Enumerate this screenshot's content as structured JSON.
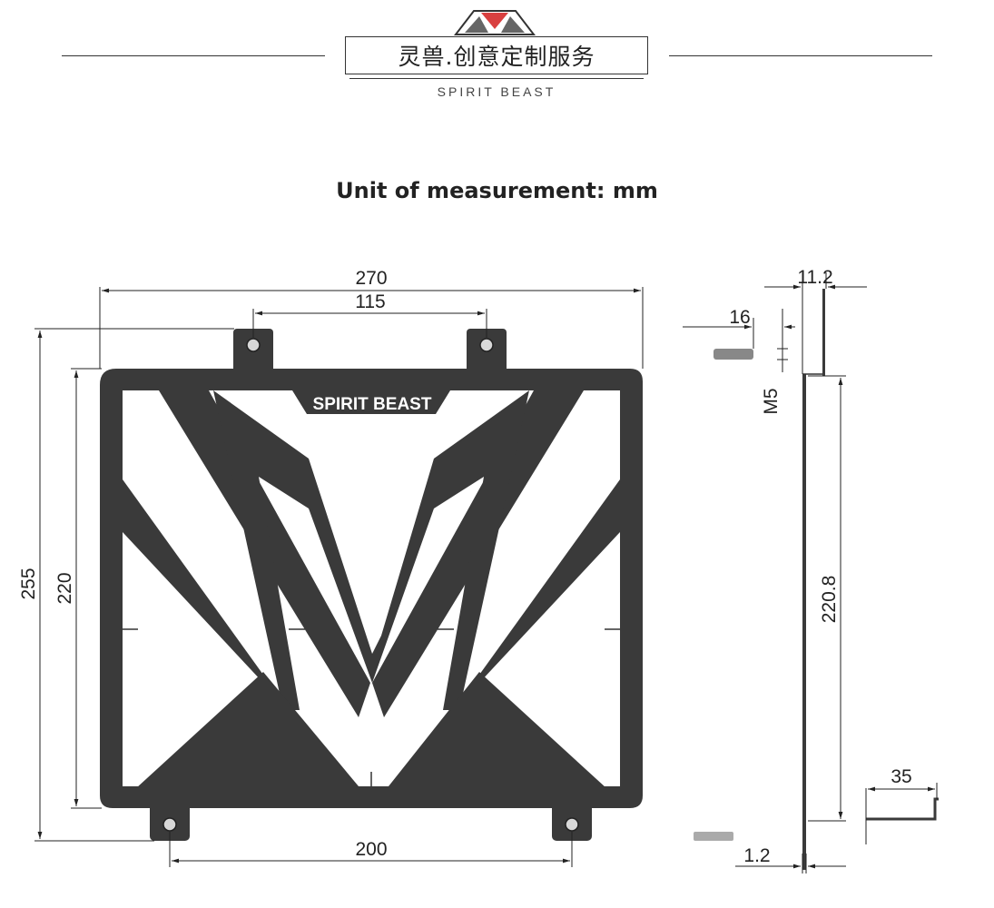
{
  "header": {
    "brand_title": "灵兽.创意定制服务",
    "brand_subtitle": "SPIRIT BEAST"
  },
  "unit_label": "Unit of measurement: mm",
  "guard": {
    "plate_text": "SPIRIT BEAST"
  },
  "dimensions": {
    "overall_width": "270",
    "top_hole_spacing": "115",
    "overall_height": "255",
    "frame_height": "220",
    "bottom_hole_spacing": "200",
    "side_depth": "11.2",
    "tab_length": "16",
    "bolt_size": "M5",
    "side_height": "220.8",
    "bracket_length": "35",
    "thickness": "1.2"
  },
  "colors": {
    "steel": "#3a3a3a",
    "line": "#222222",
    "background": "#ffffff"
  }
}
